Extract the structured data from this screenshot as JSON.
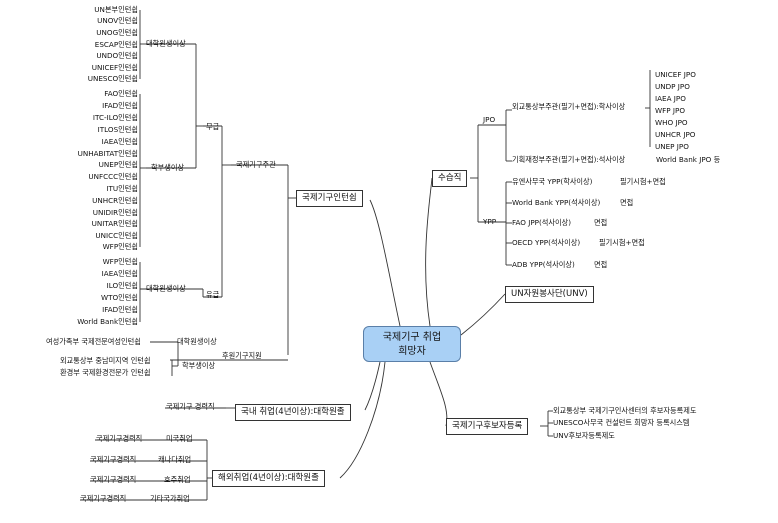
{
  "central": {
    "line1": "국제기구 취업",
    "line2": "희망자"
  },
  "internship": {
    "title": "국제기구인턴쉽",
    "paid": {
      "label": "국제기구주관",
      "free": "무급",
      "grad": "대학원생이상",
      "grad_items": [
        "UN본부인턴쉽",
        "UNOV인턴쉽",
        "UNOG인턴쉽",
        "ESCAP인턴쉽",
        "UNDO인턴쉽",
        "UNICEF인턴쉽",
        "UNESCO인턴쉽"
      ],
      "undergrad": "학부생이상",
      "undergrad_items": [
        "FAO인턴쉽",
        "IFAD인턴쉽",
        "ITC-ILO인턴쉽",
        "ITLOS인턴쉽",
        "IAEA인턴쉽",
        "UNHABITAT인턴쉽",
        "UNEP인턴쉽",
        "UNFCCC인턴쉽",
        "ITU인턴쉽",
        "UNHCR인턴쉽",
        "UNIDIR인턴쉽",
        "UNITAR인턴쉽",
        "UNICC인턴쉽",
        "WFP인턴쉽"
      ],
      "pay": "유급",
      "pay_grad": "대학원생이상",
      "pay_items": [
        "WFP인턴쉽",
        "IAEA인턴쉽",
        "ILO인턴쉽",
        "WTO인턴쉽",
        "IFAD인턴쉽",
        "World Bank인턴쉽"
      ]
    },
    "gov": {
      "label": "후원기구지원",
      "grad": "대학원생이상",
      "grad_item": "여성가족부 국제전문여성인턴쉽",
      "undergrad": "학부생이상",
      "undergrad_items": [
        "외교통상부 중남미지역 인턴쉽",
        "환경부 국제환경전문가 인턴쉽"
      ]
    }
  },
  "trainee": {
    "title": "수습직",
    "jpo": {
      "label": "JPO",
      "mofa": "외교통상부주관(필기+면접):학사이상",
      "mofa_items": [
        "UNICEF JPO",
        "UNDP JPO",
        "IAEA JPO",
        "WFP JPO",
        "WHO JPO",
        "UNHCR JPO",
        "UNEP JPO"
      ],
      "mosf": "기획재정부주관(필기+면접):석사이상",
      "mosf_item": "World Bank JPO 등"
    },
    "ypp": {
      "label": "YPP",
      "items": [
        {
          "name": "유엔사무국 YPP(학사이상)",
          "method": "필기시험+면접"
        },
        {
          "name": "World Bank YPP(석사이상)",
          "method": "면접"
        },
        {
          "name": "FAO JPP(석사이상)",
          "method": "면접"
        },
        {
          "name": "OECD YPP(석사이상)",
          "method": "필기시험+면접"
        },
        {
          "name": "ADB YPP(석사이상)",
          "method": "면접"
        }
      ]
    }
  },
  "unv": {
    "title": "UN자원봉사단(UNV)"
  },
  "roster": {
    "title": "국제기구후보자등록",
    "items": [
      "외교통상부 국제기구인사센터의 후보자등록제도",
      "UNESCO사무국 컨설턴트 희망자 등록시스템",
      "UNV후보자등록제도"
    ]
  },
  "domestic": {
    "title": "국내 취업(4년이상):대학원졸",
    "item": "국제기구 경력직"
  },
  "overseas": {
    "title": "해외취업(4년이상):대학원졸",
    "items": [
      {
        "career": "국제기구경력직",
        "place": "미국취업"
      },
      {
        "career": "국제기구경력직",
        "place": "캐나다취업"
      },
      {
        "career": "국제기구경력직",
        "place": "호주취업"
      },
      {
        "career": "국제기구경력직",
        "place": "기타국가취업"
      }
    ]
  }
}
